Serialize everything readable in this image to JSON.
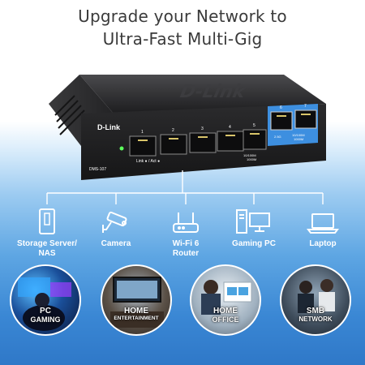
{
  "headline": {
    "line1": "Upgrade your Network to",
    "line2": "Ultra-Fast Multi-Gig"
  },
  "device": {
    "brand": "D-Link",
    "model": "DMS-107",
    "link_act_label": "Link ● / Act ●",
    "port_numbers": [
      "1",
      "2",
      "3",
      "4",
      "5",
      "6",
      "7"
    ],
    "speed_label_a": "10/100M",
    "speed_label_b": "1000M",
    "speed_label_c": "2.5G",
    "speed_label_d": "10/100M",
    "speed_label_e": "1000M"
  },
  "devices": [
    {
      "label": "Storage Server/\nNAS",
      "icon": "nas-icon"
    },
    {
      "label": "Camera",
      "icon": "camera-icon"
    },
    {
      "label": "Wi-Fi 6\nRouter",
      "icon": "router-icon"
    },
    {
      "label": "Gaming PC",
      "icon": "gaming-pc-icon"
    },
    {
      "label": "Laptop",
      "icon": "laptop-icon"
    }
  ],
  "use_cases": [
    {
      "line1": "PC",
      "line2": "GAMING"
    },
    {
      "line1": "HOME",
      "line2": "ENTERTAINMENT"
    },
    {
      "line1": "HOME",
      "line2": "OFFICE"
    },
    {
      "line1": "SMB",
      "line2": "NETWORK"
    }
  ],
  "colors": {
    "accent_blue": "#2f78c8",
    "port_highlight": "#3d8fe0",
    "switch_body": "#2a2a2c"
  }
}
